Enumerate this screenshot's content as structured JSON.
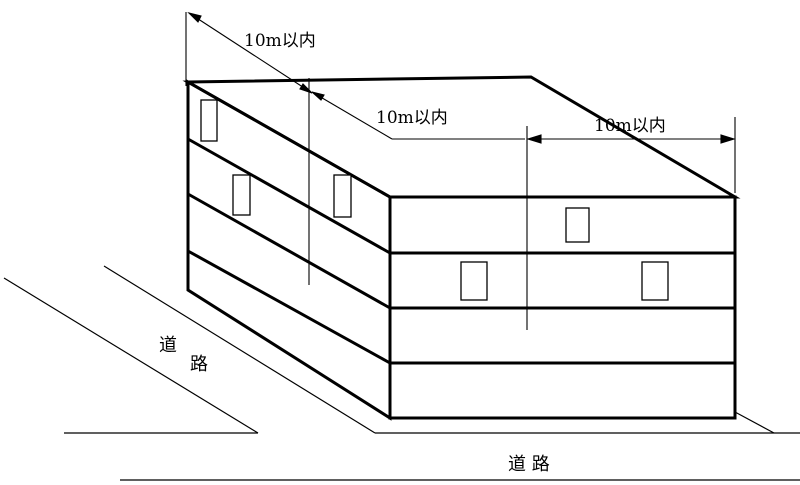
{
  "dimensions": {
    "top_left": "10m以内",
    "top_middle": "10m以内",
    "top_right": "10m以内"
  },
  "roads": {
    "left_char1": "道",
    "left_char2": "路",
    "bottom": "道 路"
  },
  "colors": {
    "line": "#000000",
    "background": "#ffffff"
  }
}
